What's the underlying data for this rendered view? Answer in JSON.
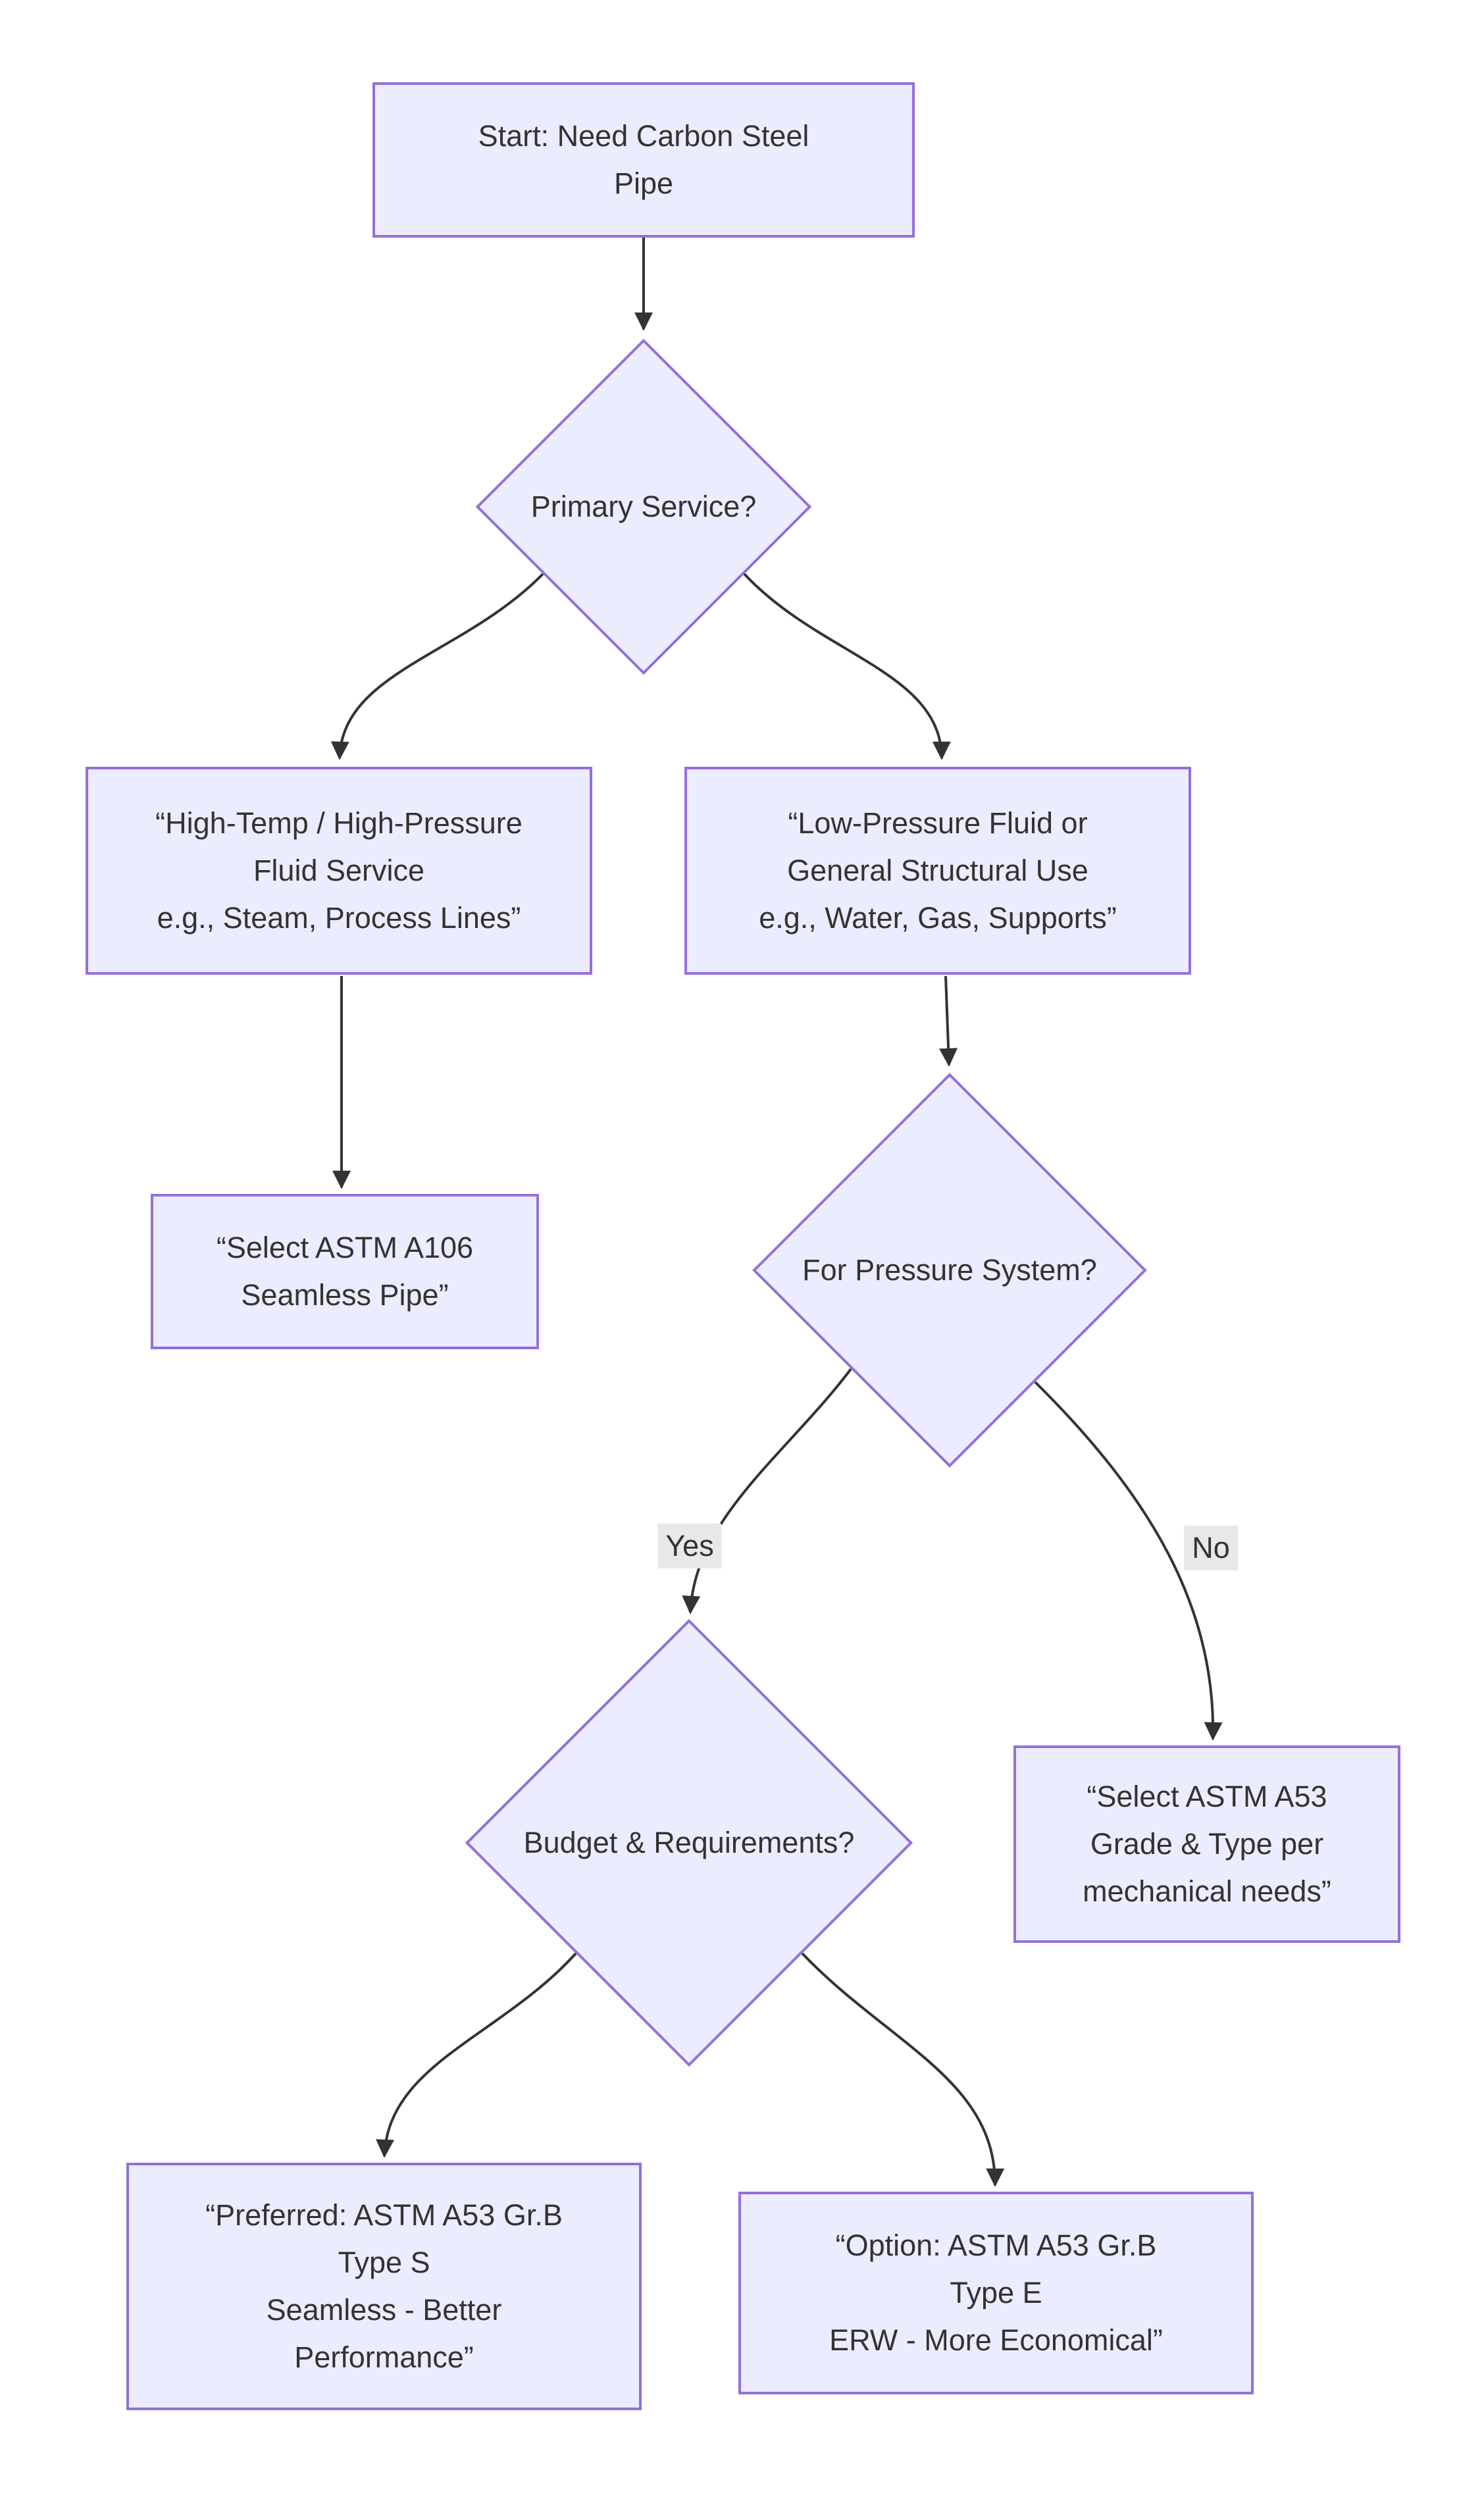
{
  "diagram": {
    "background": "#ffffff",
    "node_fill": "#ECECFF",
    "node_border": "#9370DB",
    "edge_color": "#333333",
    "text_color": "#333333",
    "edge_label_bg": "#e8e8e8"
  },
  "nodes": {
    "start": {
      "label": "Start: Need Carbon Steel\nPipe"
    },
    "primary_service": {
      "label": "Primary Service?"
    },
    "high_temp": {
      "label": "“High-Temp / High-Pressure\nFluid Service\ne.g., Steam, Process Lines”"
    },
    "low_pressure": {
      "label": "“Low-Pressure Fluid or\nGeneral Structural Use\ne.g., Water, Gas, Supports”"
    },
    "a106": {
      "label": "“Select ASTM A106\nSeamless Pipe”"
    },
    "pressure_system": {
      "label": "For Pressure System?"
    },
    "budget": {
      "label": "Budget & Requirements?"
    },
    "a53_mechanical": {
      "label": "“Select ASTM A53\nGrade & Type per\nmechanical needs”"
    },
    "a53_type_s": {
      "label": "“Preferred: ASTM A53 Gr.B\nType S\nSeamless - Better\nPerformance”"
    },
    "a53_type_e": {
      "label": "“Option: ASTM A53 Gr.B\nType E\nERW - More Economical”"
    }
  },
  "edge_labels": {
    "yes": "Yes",
    "no": "No"
  }
}
